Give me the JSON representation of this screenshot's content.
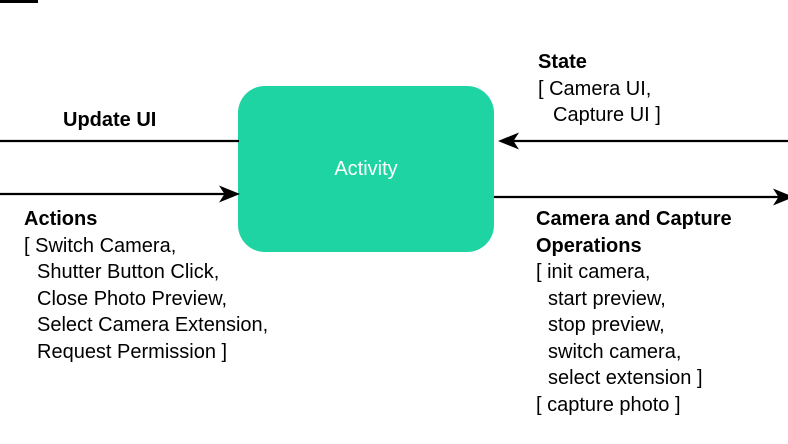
{
  "colors": {
    "activity_fill": "#1FD4A3",
    "activity_text": "#FFFFFF",
    "line": "#000000",
    "text": "#000000",
    "background": "#FFFFFF"
  },
  "activity_box": {
    "label": "Activity"
  },
  "left": {
    "update_ui_label": "Update UI",
    "actions": {
      "title": "Actions",
      "lines": [
        "[ Switch Camera,",
        "Shutter Button Click,",
        "Close Photo Preview,",
        "Select Camera Extension,",
        "Request Permission ]"
      ]
    }
  },
  "right": {
    "state": {
      "title": "State",
      "lines": [
        "[ Camera UI,",
        "Capture UI ]"
      ]
    },
    "camera_ops": {
      "title_lines": [
        "Camera and Capture",
        "Operations"
      ],
      "lines": [
        "[ init camera,",
        "start preview,",
        "stop preview,",
        "switch camera,",
        "select extension ]",
        "[ capture photo ]"
      ]
    }
  }
}
